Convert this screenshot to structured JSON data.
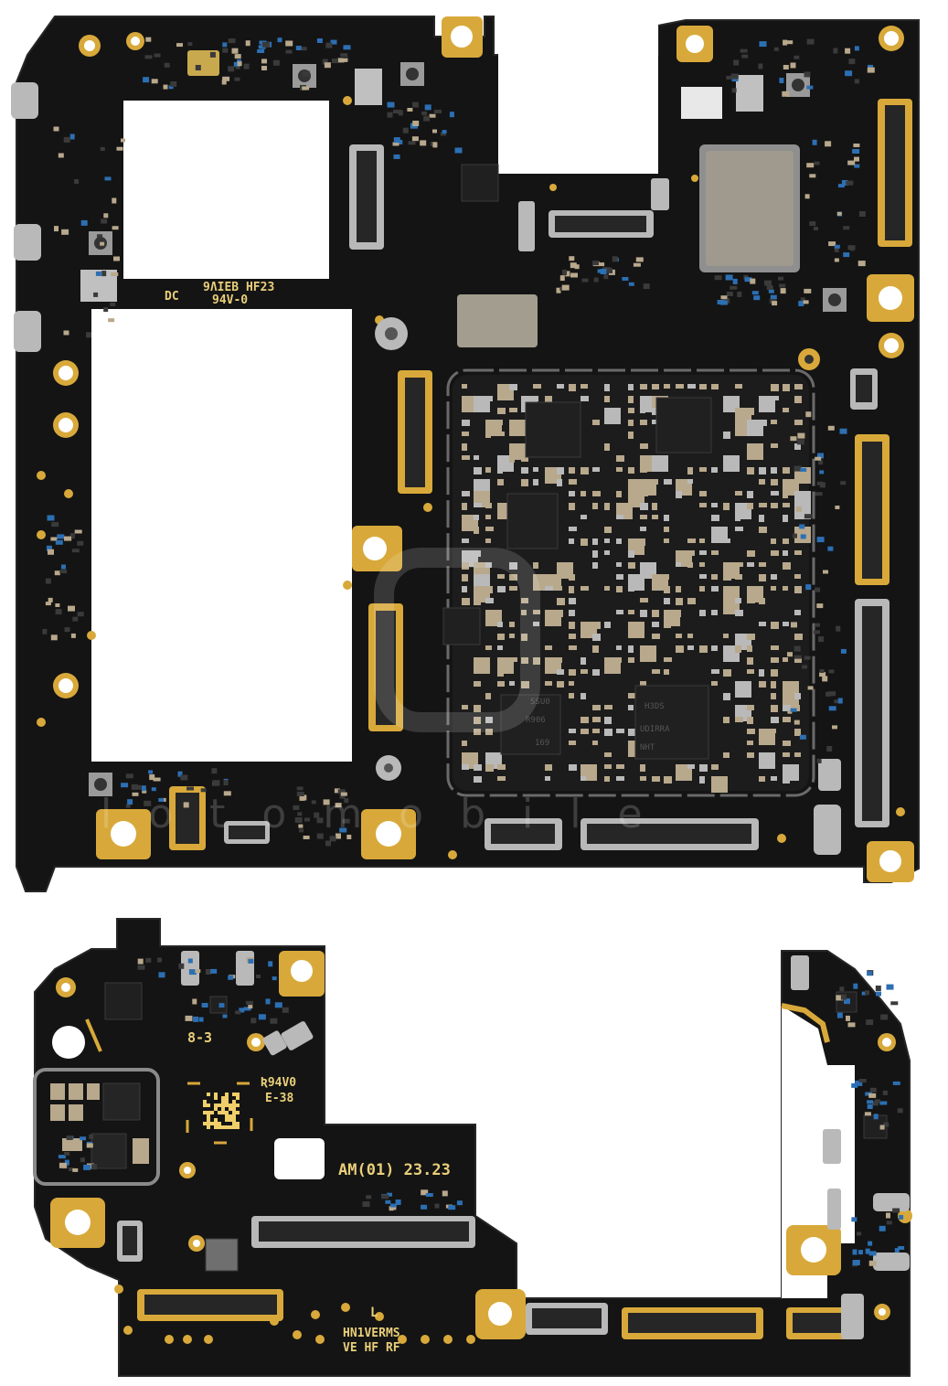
{
  "image": {
    "description_free": true,
    "colors": {
      "board": "#141414",
      "board_edge": "#2a2a2a",
      "gold": "#d8a93a",
      "gold_light": "#f0cf6a",
      "shield": "#8f8f8f",
      "ic": "#202020",
      "silver": "#b9b9b9",
      "passive_tan": "#b8a88c",
      "passive_blue": "#2c6fb3",
      "silkscreen": "#e9cf7a",
      "background": "#ffffff"
    }
  },
  "main_board": {
    "silkscreen_dc": "DC",
    "silkscreen_code": "9ɅIEB HF23",
    "silkscreen_rating": "94V-0",
    "watermark": "lotomobile"
  },
  "sub_board": {
    "silkscreen_rev": "8-3",
    "silkscreen_ul": "Ʀ94V0",
    "silkscreen_e": "E-38",
    "silkscreen_am": "AM(01)  23.23",
    "silkscreen_l": "L",
    "silkscreen_model": "HN1VERMS",
    "silkscreen_flags": "VE  HF  RF"
  }
}
